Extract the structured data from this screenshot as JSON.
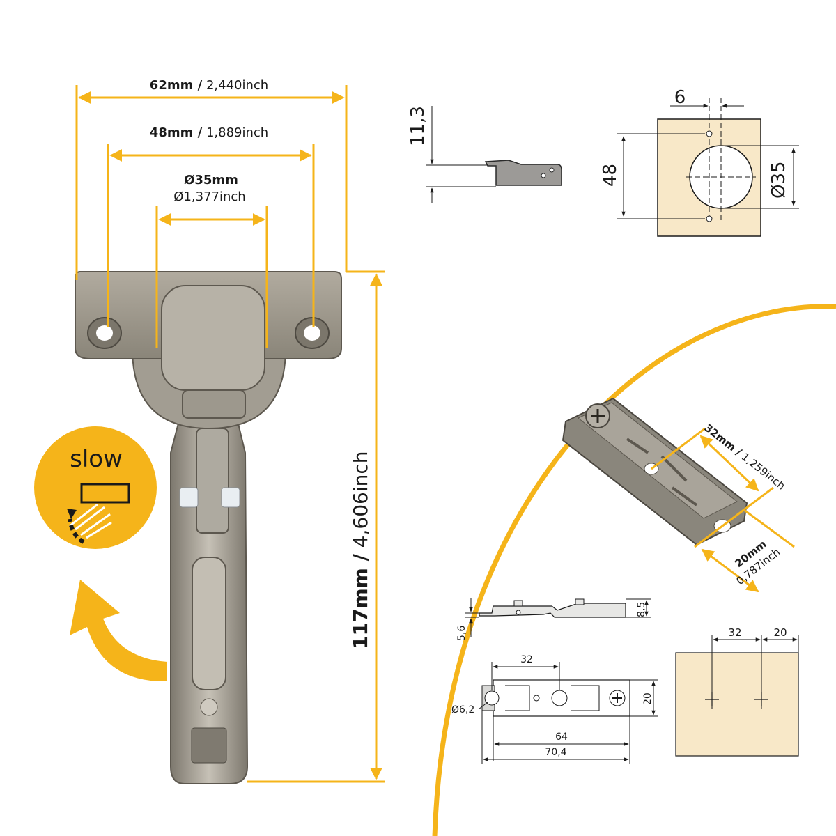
{
  "colors": {
    "accent": "#f5b41a",
    "plate": "#f8e8c8",
    "metal": "#9a9589",
    "metal_dark": "#6f6a60",
    "ink": "#1a1a1a"
  },
  "hinge_dimensions": {
    "width_total": {
      "mm": "62mm /",
      "inch": "2,440inch"
    },
    "width_holes": {
      "mm": "48mm /",
      "inch": "1,889inch"
    },
    "cup_diameter": {
      "mm": "Ø35mm",
      "inch": "Ø1,377inch"
    },
    "height": {
      "mm": "117mm /",
      "inch": "4,606inch"
    }
  },
  "slow_badge": {
    "label": "slow",
    "icon": "soft-close-icon"
  },
  "cup_side_drawing": {
    "depth": "11,3"
  },
  "cup_top_drawing": {
    "offset": "6",
    "hole_spacing": "48",
    "diameter": "Ø35"
  },
  "mounting_plate_photo": {
    "hole_spacing": {
      "mm": "32mm /",
      "inch": "1,259inch"
    },
    "hole_offset": {
      "mm": "20mm",
      "inch": "0,787inch"
    }
  },
  "mounting_plate_drawing": {
    "side_height_total": "8,5",
    "side_height_base": "5,6",
    "top_spacing": "32",
    "hole_diameter": "Ø6,2",
    "plate_width": "20",
    "length_inner": "64",
    "length_total": "70,4"
  },
  "drilling_template": {
    "spacing_a": "32",
    "spacing_b": "20"
  }
}
